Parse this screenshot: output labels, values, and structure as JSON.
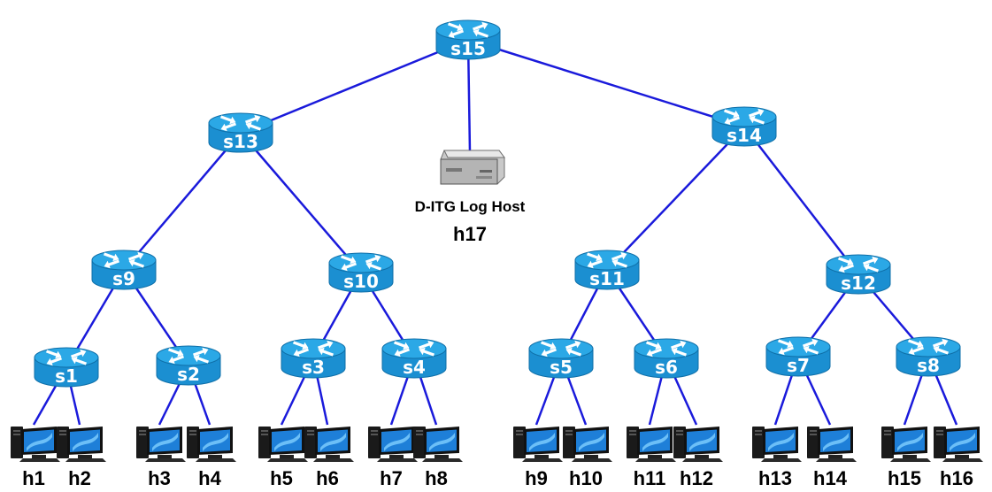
{
  "colors": {
    "link": "#1a1adb",
    "switch_body": "#1b8fd1",
    "switch_top": "#2ba8e6",
    "switch_label": "#ffffff"
  },
  "log_host": {
    "caption": "D-ITG Log Host",
    "name": "h17",
    "icon": "server-icon"
  },
  "switches": [
    {
      "id": "s15",
      "label": "s15"
    },
    {
      "id": "s13",
      "label": "s13"
    },
    {
      "id": "s14",
      "label": "s14"
    },
    {
      "id": "s9",
      "label": "s9"
    },
    {
      "id": "s10",
      "label": "s10"
    },
    {
      "id": "s11",
      "label": "s11"
    },
    {
      "id": "s12",
      "label": "s12"
    },
    {
      "id": "s1",
      "label": "s1"
    },
    {
      "id": "s2",
      "label": "s2"
    },
    {
      "id": "s3",
      "label": "s3"
    },
    {
      "id": "s4",
      "label": "s4"
    },
    {
      "id": "s5",
      "label": "s5"
    },
    {
      "id": "s6",
      "label": "s6"
    },
    {
      "id": "s7",
      "label": "s7"
    },
    {
      "id": "s8",
      "label": "s8"
    }
  ],
  "hosts": [
    {
      "id": "h1",
      "label": "h1"
    },
    {
      "id": "h2",
      "label": "h2"
    },
    {
      "id": "h3",
      "label": "h3"
    },
    {
      "id": "h4",
      "label": "h4"
    },
    {
      "id": "h5",
      "label": "h5"
    },
    {
      "id": "h6",
      "label": "h6"
    },
    {
      "id": "h7",
      "label": "h7"
    },
    {
      "id": "h8",
      "label": "h8"
    },
    {
      "id": "h9",
      "label": "h9"
    },
    {
      "id": "h10",
      "label": "h10"
    },
    {
      "id": "h11",
      "label": "h11"
    },
    {
      "id": "h12",
      "label": "h12"
    },
    {
      "id": "h13",
      "label": "h13"
    },
    {
      "id": "h14",
      "label": "h14"
    },
    {
      "id": "h15",
      "label": "h15"
    },
    {
      "id": "h16",
      "label": "h16"
    }
  ],
  "links": [
    [
      "s15",
      "s13"
    ],
    [
      "s15",
      "s14"
    ],
    [
      "s15",
      "h17"
    ],
    [
      "s13",
      "s9"
    ],
    [
      "s13",
      "s10"
    ],
    [
      "s14",
      "s11"
    ],
    [
      "s14",
      "s12"
    ],
    [
      "s9",
      "s1"
    ],
    [
      "s9",
      "s2"
    ],
    [
      "s10",
      "s3"
    ],
    [
      "s10",
      "s4"
    ],
    [
      "s11",
      "s5"
    ],
    [
      "s11",
      "s6"
    ],
    [
      "s12",
      "s7"
    ],
    [
      "s12",
      "s8"
    ],
    [
      "s1",
      "h1"
    ],
    [
      "s1",
      "h2"
    ],
    [
      "s2",
      "h3"
    ],
    [
      "s2",
      "h4"
    ],
    [
      "s3",
      "h5"
    ],
    [
      "s3",
      "h6"
    ],
    [
      "s4",
      "h7"
    ],
    [
      "s4",
      "h8"
    ],
    [
      "s5",
      "h9"
    ],
    [
      "s5",
      "h10"
    ],
    [
      "s6",
      "h11"
    ],
    [
      "s6",
      "h12"
    ],
    [
      "s7",
      "h13"
    ],
    [
      "s7",
      "h14"
    ],
    [
      "s8",
      "h15"
    ],
    [
      "s8",
      "h16"
    ]
  ]
}
